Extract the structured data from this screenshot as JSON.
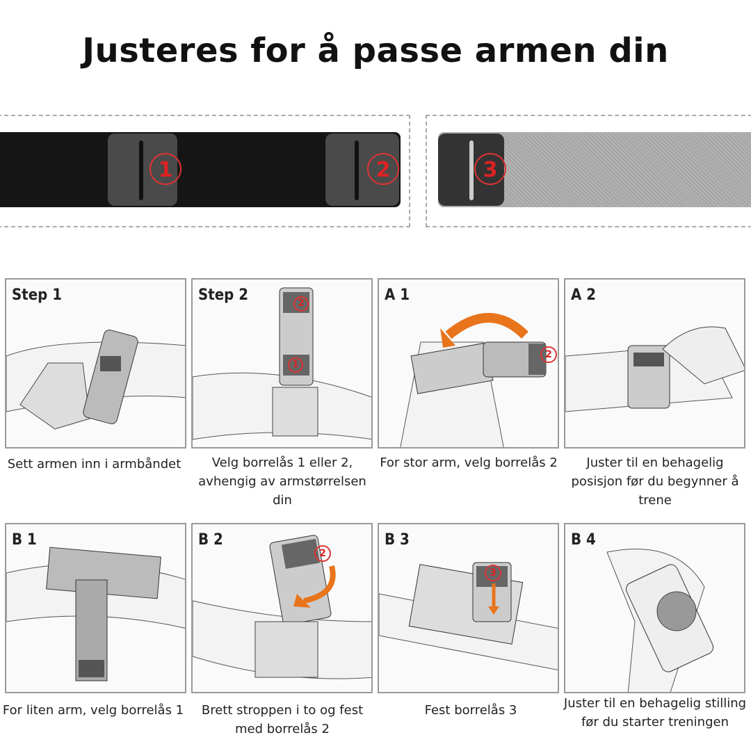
{
  "title": "Justeres for å passe armen din",
  "strap": {
    "markers": [
      "1",
      "2",
      "3"
    ],
    "colors": {
      "black_strap": "#151515",
      "gray_strap": "#a8a8a8",
      "marker_red": "#d42020"
    }
  },
  "steps": [
    {
      "label": "Step 1",
      "caption": "Sett armen inn i armbåndet"
    },
    {
      "label": "Step 2",
      "caption": "Velg borrelås 1 eller 2, avhengig av armstørrelsen din",
      "marker": "1",
      "marker2": "2"
    },
    {
      "label": "A 1",
      "caption": "For stor arm, velg borrelås 2",
      "marker": "2"
    },
    {
      "label": "A 2",
      "caption": "Juster til en behagelig posisjon før du begynner å trene"
    },
    {
      "label": "B 1",
      "caption": "For liten arm, velg borrelås 1"
    },
    {
      "label": "B 2",
      "caption": "Brett stroppen i to og fest med borrelås 2",
      "marker": "2"
    },
    {
      "label": "B 3",
      "caption": "Fest borrelås 3",
      "marker": "3"
    },
    {
      "label": "B 4",
      "caption": "Juster til en behagelig stilling før du starter treningen"
    }
  ]
}
